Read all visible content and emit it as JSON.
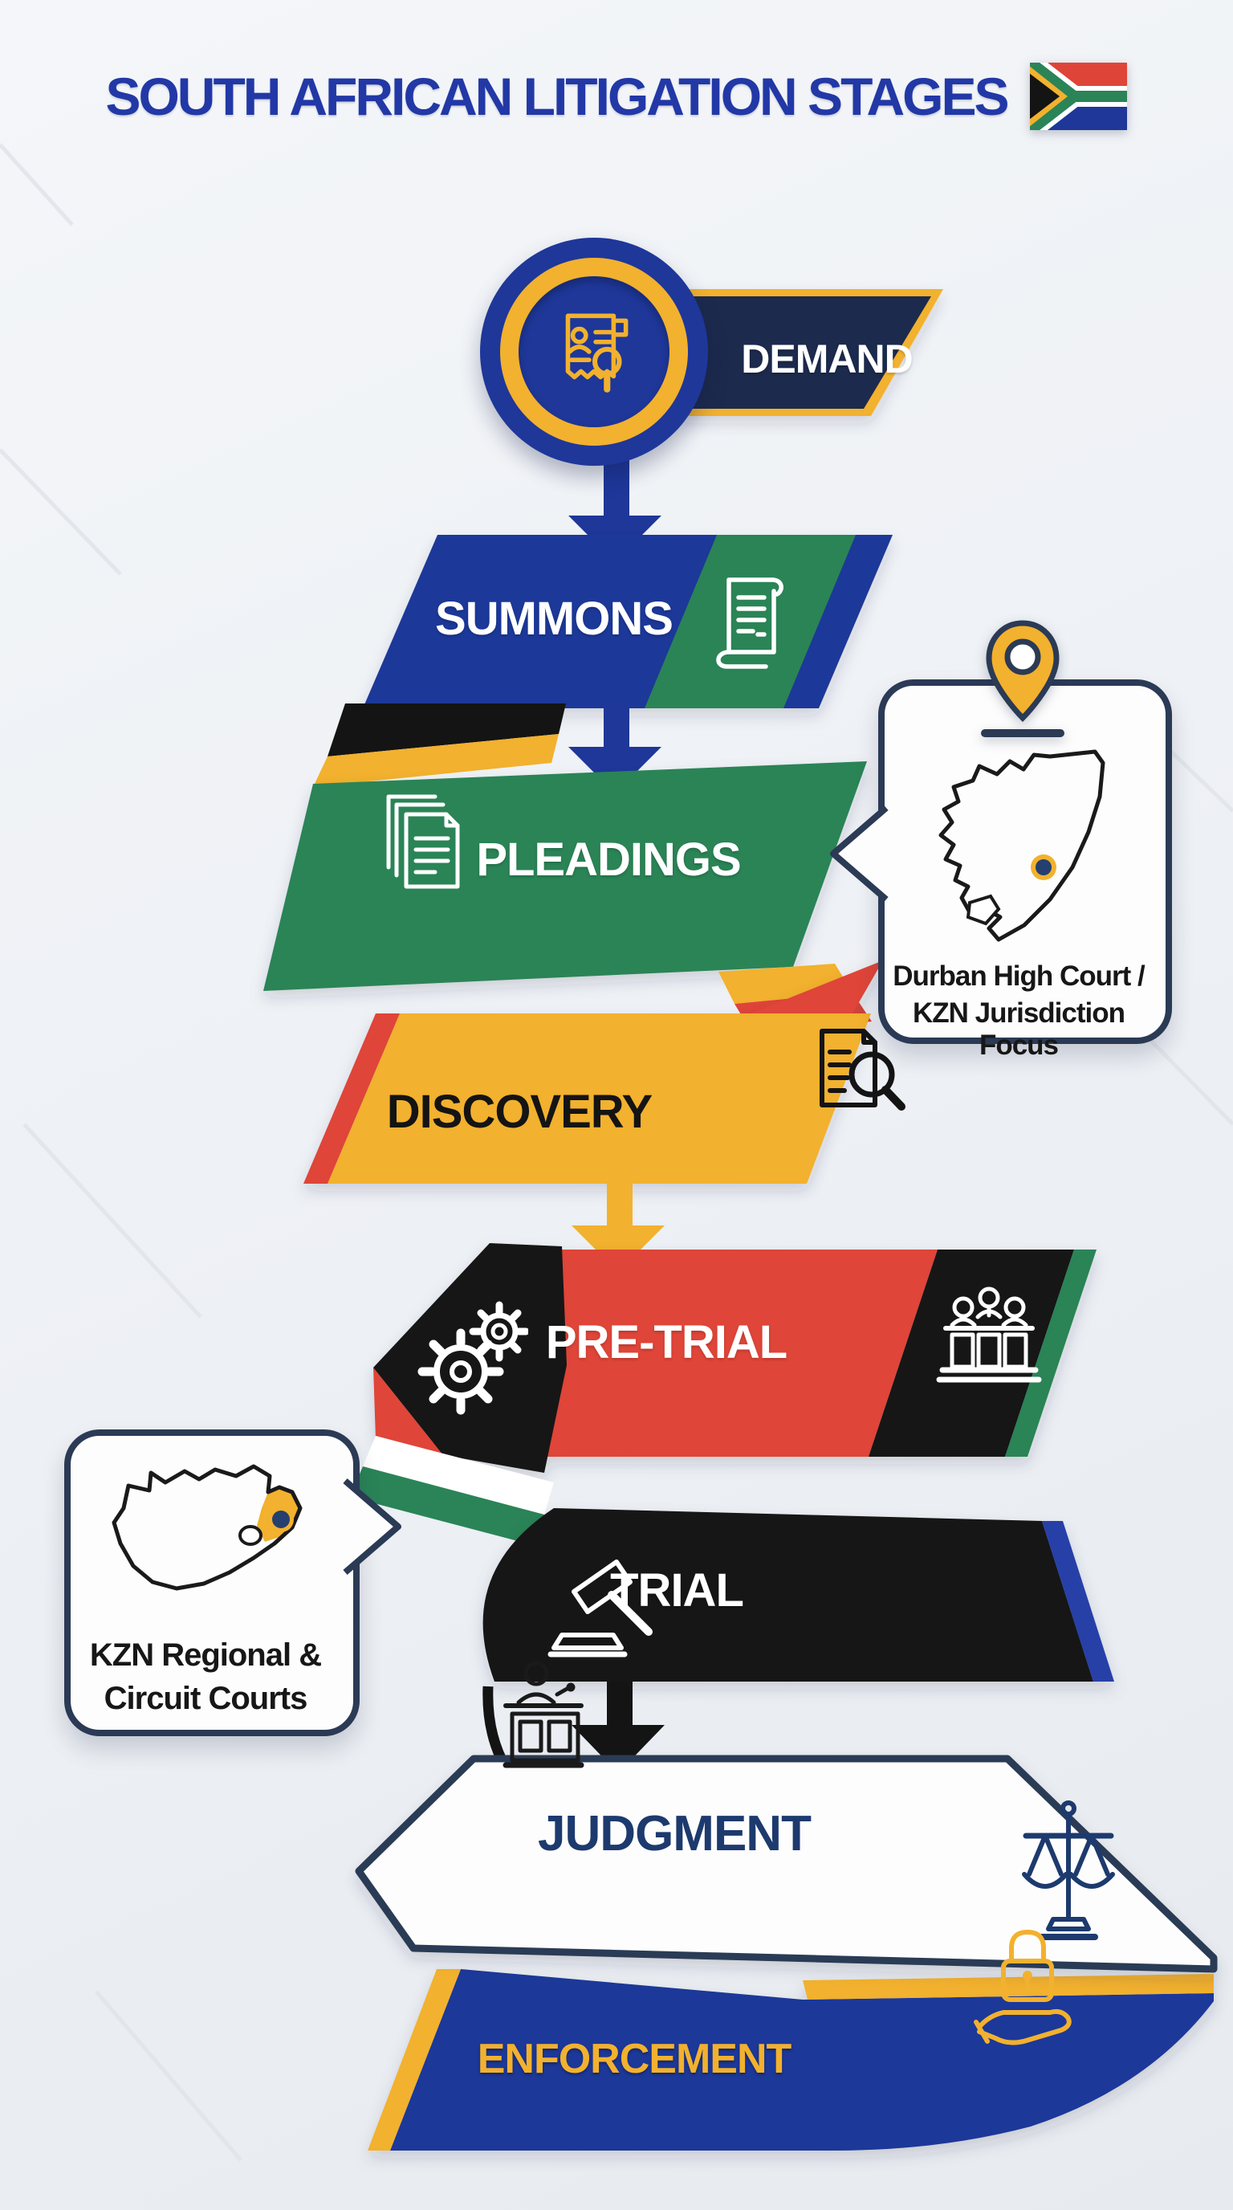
{
  "header": {
    "title": "SOUTH AFRICAN LITIGATION STAGES",
    "flag": "south-africa-flag"
  },
  "stages": [
    {
      "label": "DEMAND",
      "icon": "document-person-search-icon"
    },
    {
      "label": "SUMMONS",
      "icon": "scroll-icon"
    },
    {
      "label": "PLEADINGS",
      "icon": "documents-stack-icon"
    },
    {
      "label": "DISCOVERY",
      "icon": "document-magnifier-icon"
    },
    {
      "label": "PRE-TRIAL",
      "icons": [
        "gears-icon",
        "jury-box-icon"
      ]
    },
    {
      "label": "TRIAL",
      "icons": [
        "gavel-icon",
        "witness-stand-icon"
      ]
    },
    {
      "label": "JUDGMENT",
      "icon": "scales-of-justice-icon"
    },
    {
      "label": "ENFORCEMENT",
      "icon": "padlock-hand-icon"
    }
  ],
  "callouts": {
    "durban": {
      "line1": "Durban High Court /",
      "line2": "KZN Jurisdiction Focus",
      "icon": "map-pin-icon",
      "map": "kzn-province-map"
    },
    "kzn": {
      "line1": "KZN Regional &",
      "line2": "Circuit Courts",
      "map": "south-africa-map"
    }
  },
  "colors": {
    "background": "#eef1f5",
    "title_blue": "#2238a6",
    "flag_blue": "#1e3799",
    "flag_green": "#2a8457",
    "flag_gold": "#f2b12e",
    "flag_red": "#df4438",
    "flag_black": "#141414",
    "banner_navy": "#1f2c4e",
    "callout_border_navy": "#2b3a55",
    "judgment_text_navy": "#1d3a6e"
  }
}
